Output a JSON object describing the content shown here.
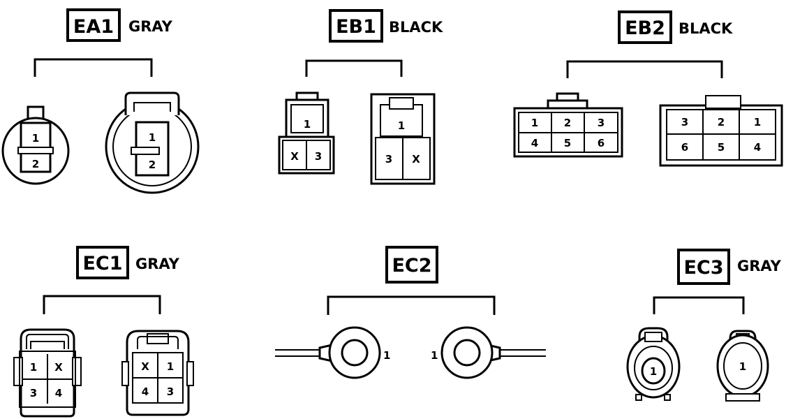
{
  "connectors": {
    "ea1": {
      "code": "EA1",
      "color": "GRAY",
      "left_pins": [
        "1",
        "2"
      ],
      "right_pins": [
        "1",
        "2"
      ]
    },
    "eb1": {
      "code": "EB1",
      "color": "BLACK",
      "left_pins": [
        "1",
        "X",
        "3"
      ],
      "right_pins": [
        "1",
        "3",
        "X"
      ]
    },
    "eb2": {
      "code": "EB2",
      "color": "BLACK",
      "left_pins": [
        "1",
        "2",
        "3",
        "4",
        "5",
        "6"
      ],
      "right_pins": [
        "3",
        "2",
        "1",
        "6",
        "5",
        "4"
      ]
    },
    "ec1": {
      "code": "EC1",
      "color": "GRAY",
      "left_pins": [
        "1",
        "X",
        "3",
        "4"
      ],
      "right_pins": [
        "X",
        "1",
        "4",
        "3"
      ]
    },
    "ec2": {
      "code": "EC2",
      "color": "",
      "left_pin": "1",
      "right_pin": "1"
    },
    "ec3": {
      "code": "EC3",
      "color": "GRAY",
      "left_pin": "1",
      "right_pin": "1"
    }
  }
}
